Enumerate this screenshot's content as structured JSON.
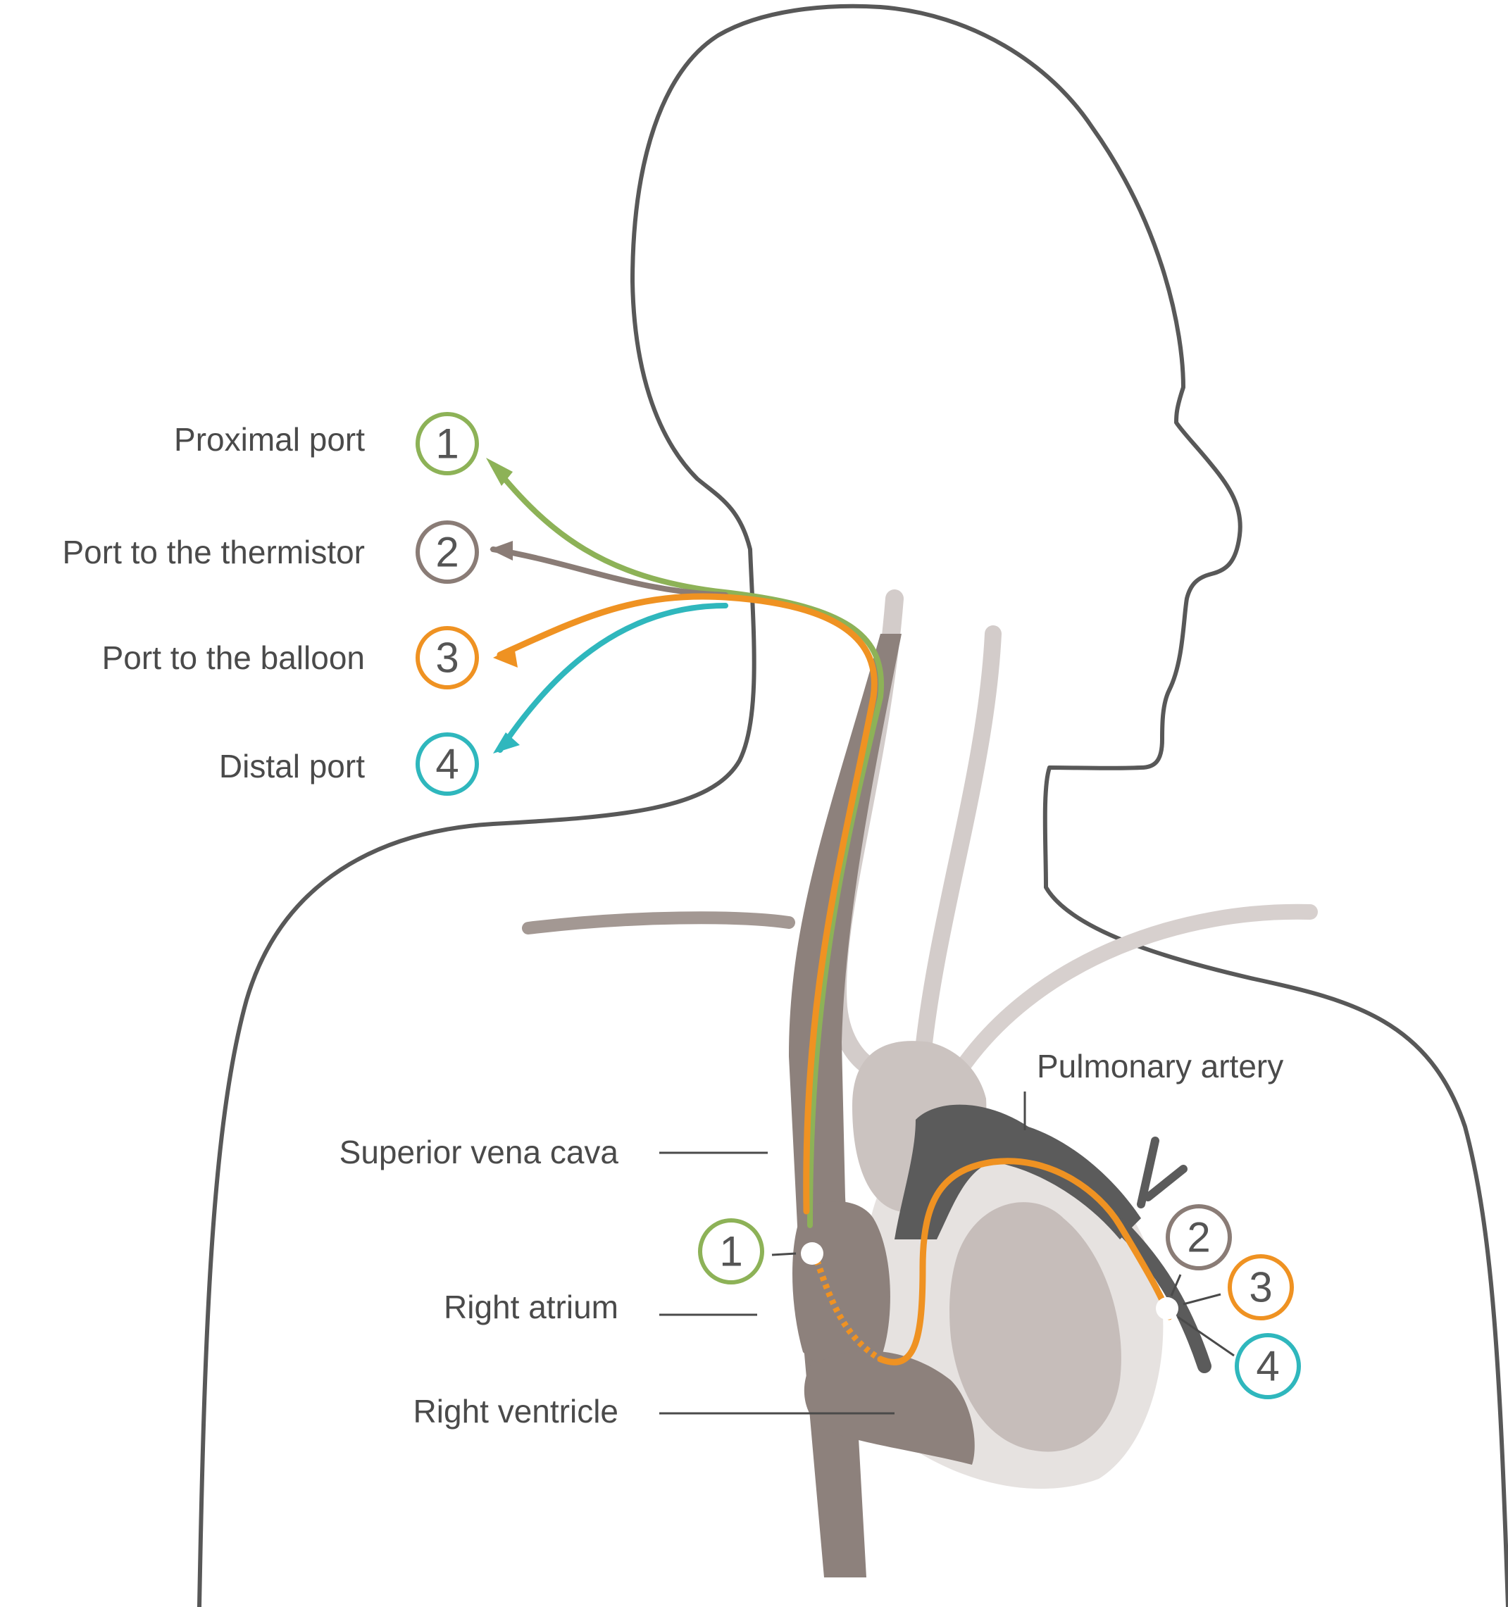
{
  "ports": [
    {
      "num": "1",
      "label": "Proximal port",
      "color": "#8db257"
    },
    {
      "num": "2",
      "label": "Port to the thermistor",
      "color": "#8a7c76"
    },
    {
      "num": "3",
      "label": "Port to the balloon",
      "color": "#ef9222"
    },
    {
      "num": "4",
      "label": "Distal port",
      "color": "#2fb7bd"
    }
  ],
  "anatomy": {
    "pulmonary_artery": "Pulmonary artery",
    "superior_vena_cava": "Superior vena cava",
    "right_atrium": "Right atrium",
    "right_ventricle": "Right ventricle"
  },
  "markers": {
    "atrium": "1",
    "tip": [
      "2",
      "3",
      "4"
    ]
  },
  "colors": {
    "outline": "#585858",
    "vessel_light": "#cbc3c0",
    "vessel_dark": "#8d817c",
    "heart_pale": "#e6e2e0",
    "artery_dark": "#5b5b5b",
    "line": "#4a4a4a"
  }
}
